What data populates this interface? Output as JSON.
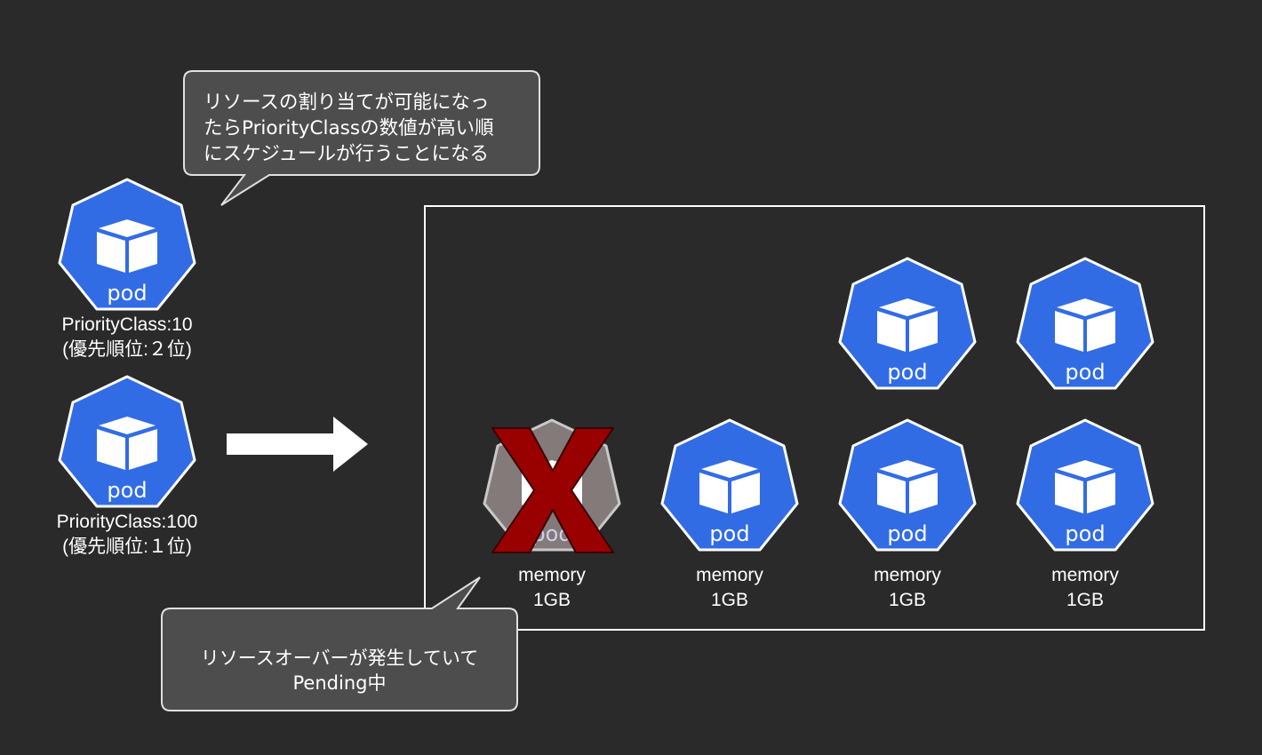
{
  "top_note": {
    "lines": [
      "リソースの割り当てが可能になっ",
      "たらPriorityClassの数値が高い順",
      "にスケジュールが行うことになる"
    ]
  },
  "pending_note": {
    "lines": [
      "リソースオーバーが発生していて",
      "Pending中"
    ]
  },
  "queued_pods": [
    {
      "icon_label": "pod",
      "class_label": "PriorityClass:10",
      "rank_label": "(優先順位:２位)"
    },
    {
      "icon_label": "pod",
      "class_label": "PriorityClass:100",
      "rank_label": "(優先順位:１位)"
    }
  ],
  "node_pods_top": [
    {
      "icon_label": "pod"
    },
    {
      "icon_label": "pod"
    }
  ],
  "node_pods_bottom": [
    {
      "icon_label": "pod",
      "mem_line1": "memory",
      "mem_line2": "1GB",
      "status": "pending"
    },
    {
      "icon_label": "pod",
      "mem_line1": "memory",
      "mem_line2": "1GB",
      "status": "running"
    },
    {
      "icon_label": "pod",
      "mem_line1": "memory",
      "mem_line2": "1GB",
      "status": "running"
    },
    {
      "icon_label": "pod",
      "mem_line1": "memory",
      "mem_line2": "1GB",
      "status": "running"
    }
  ],
  "icons": {
    "pod": "kubernetes-pod-icon",
    "cube": "cube-icon",
    "arrow": "right-arrow-icon",
    "reject": "x-mark-icon"
  },
  "colors": {
    "background": "#2a2a2a",
    "pod_blue": "#326ce5",
    "pod_gray": "#847a7a",
    "x_red": "#990000",
    "bubble_fill": "#4d4d4d",
    "bubble_border": "#e0e0e0",
    "box_border": "#ffffff"
  }
}
